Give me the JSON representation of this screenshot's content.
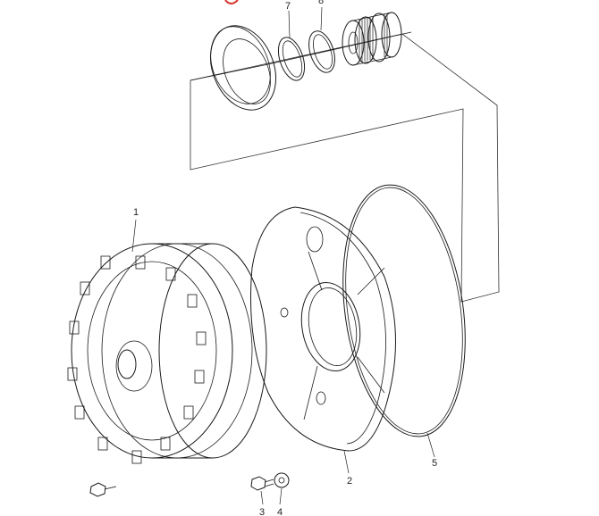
{
  "diagram": {
    "callouts": [
      {
        "id": "1",
        "label": "1"
      },
      {
        "id": "2",
        "label": "2"
      },
      {
        "id": "3",
        "label": "3"
      },
      {
        "id": "4",
        "label": "4"
      },
      {
        "id": "5",
        "label": "5"
      },
      {
        "id": "7",
        "label": "7"
      },
      {
        "id": "8",
        "label": "8"
      }
    ],
    "colors": {
      "line": "#1a1a1a",
      "background": "#ffffff",
      "highlight": "#d9302c"
    }
  }
}
